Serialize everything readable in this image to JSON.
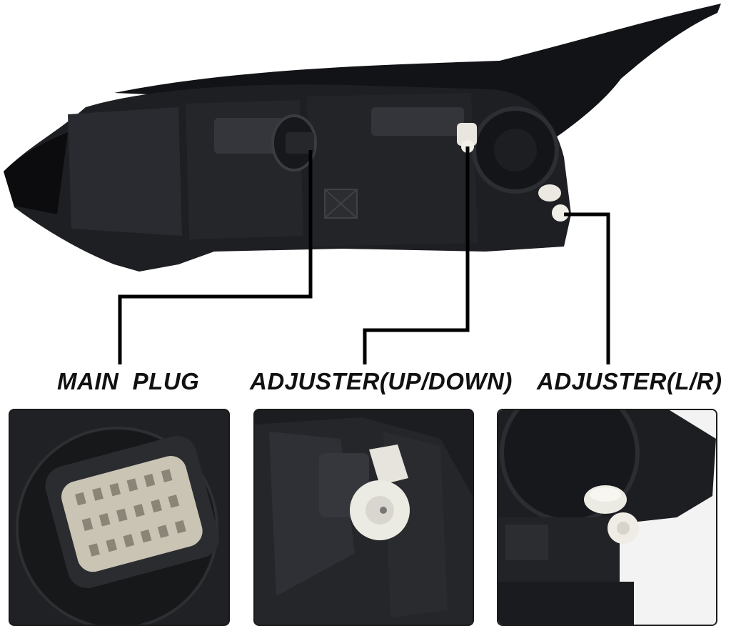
{
  "callouts": [
    {
      "label": "MAIN  PLUG"
    },
    {
      "label": "ADJUSTER(UP/DOWN)"
    },
    {
      "label": "ADJUSTER(L/R)"
    }
  ],
  "colors": {
    "housing": "#1c1d20",
    "housing_highlight": "#3b3d42",
    "leader_line": "#000000",
    "adjuster_white": "#eceae2",
    "plug_pins": "#c9c4b4",
    "background": "#ffffff"
  }
}
